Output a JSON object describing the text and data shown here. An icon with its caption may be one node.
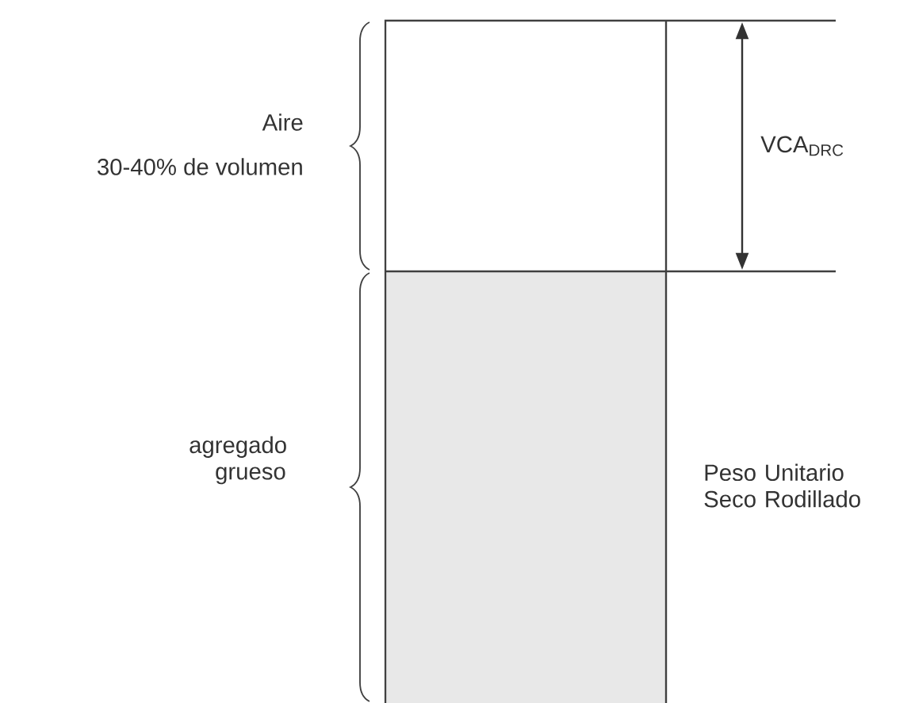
{
  "diagram": {
    "labels": [
      "Aire",
      "30-40% de volumen",
      "VCA$_{DRC}$",
      "agregado grueso",
      "Peso Unitario Seco Rodillado"
    ]
  }
}
